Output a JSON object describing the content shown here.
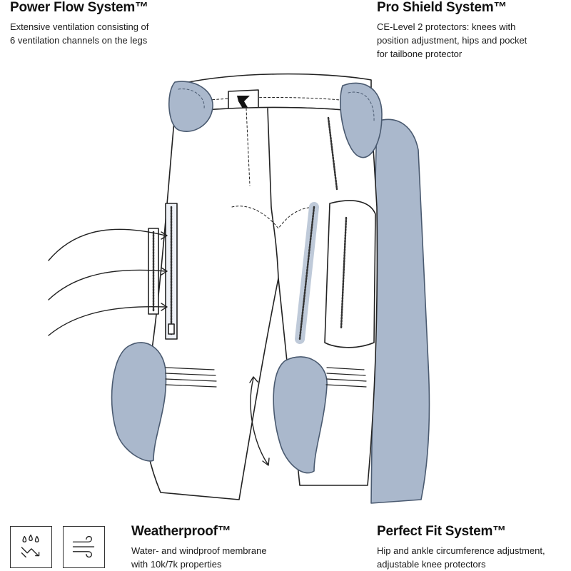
{
  "features": {
    "power_flow": {
      "title": "Power Flow System™",
      "text": "Extensive ventilation consisting of\n6 ventilation channels on the legs"
    },
    "pro_shield": {
      "title": "Pro Shield System™",
      "text": "CE-Level 2 protectors: knees with\nposition adjustment, hips and pocket\nfor tailbone protector"
    },
    "weatherproof": {
      "title": "Weatherproof™",
      "text": "Water- and windproof membrane\nwith 10k/7k properties"
    },
    "perfect_fit": {
      "title": "Perfect Fit System™",
      "text": "Hip and ankle circumference adjustment,\nadjustable knee protectors"
    }
  },
  "icons": [
    "water-drops-icon",
    "wind-icon"
  ],
  "colors": {
    "protector": "#aab8cc",
    "protector_stroke": "#4a5a70",
    "outline": "#222222",
    "pants_fill": "#ffffff"
  }
}
